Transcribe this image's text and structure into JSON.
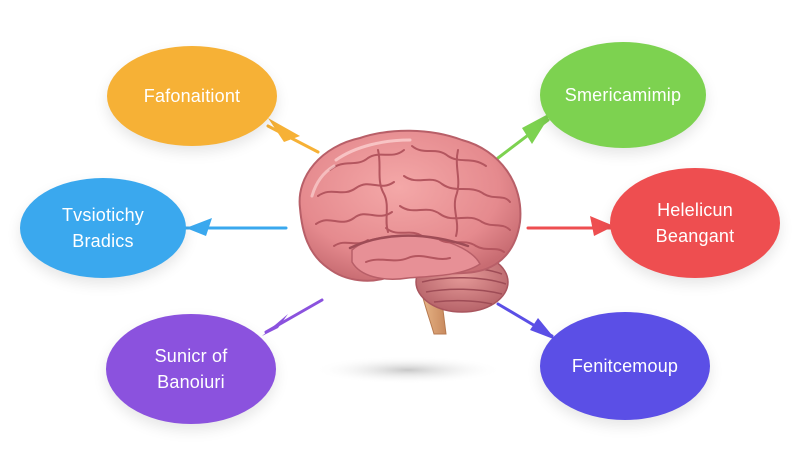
{
  "bubbles": {
    "top_left": {
      "lines": [
        "Fafonaitiont"
      ],
      "color": "#F6B136"
    },
    "top_right": {
      "lines": [
        "Smericamimip"
      ],
      "color": "#7DD250"
    },
    "mid_left": {
      "lines": [
        "Tvsiotichy",
        "Bradics"
      ],
      "color": "#3AA8EE"
    },
    "mid_right": {
      "lines": [
        "Helelicun",
        "Beangant"
      ],
      "color": "#EE4E50"
    },
    "bottom_left": {
      "lines": [
        "Sunicr of",
        "Banoiuri"
      ],
      "color": "#8B52DE"
    },
    "bottom_right": {
      "lines": [
        "Fenitcemoup"
      ],
      "color": "#5B4FE6"
    }
  },
  "central_image": {
    "icon": "brain-icon"
  }
}
